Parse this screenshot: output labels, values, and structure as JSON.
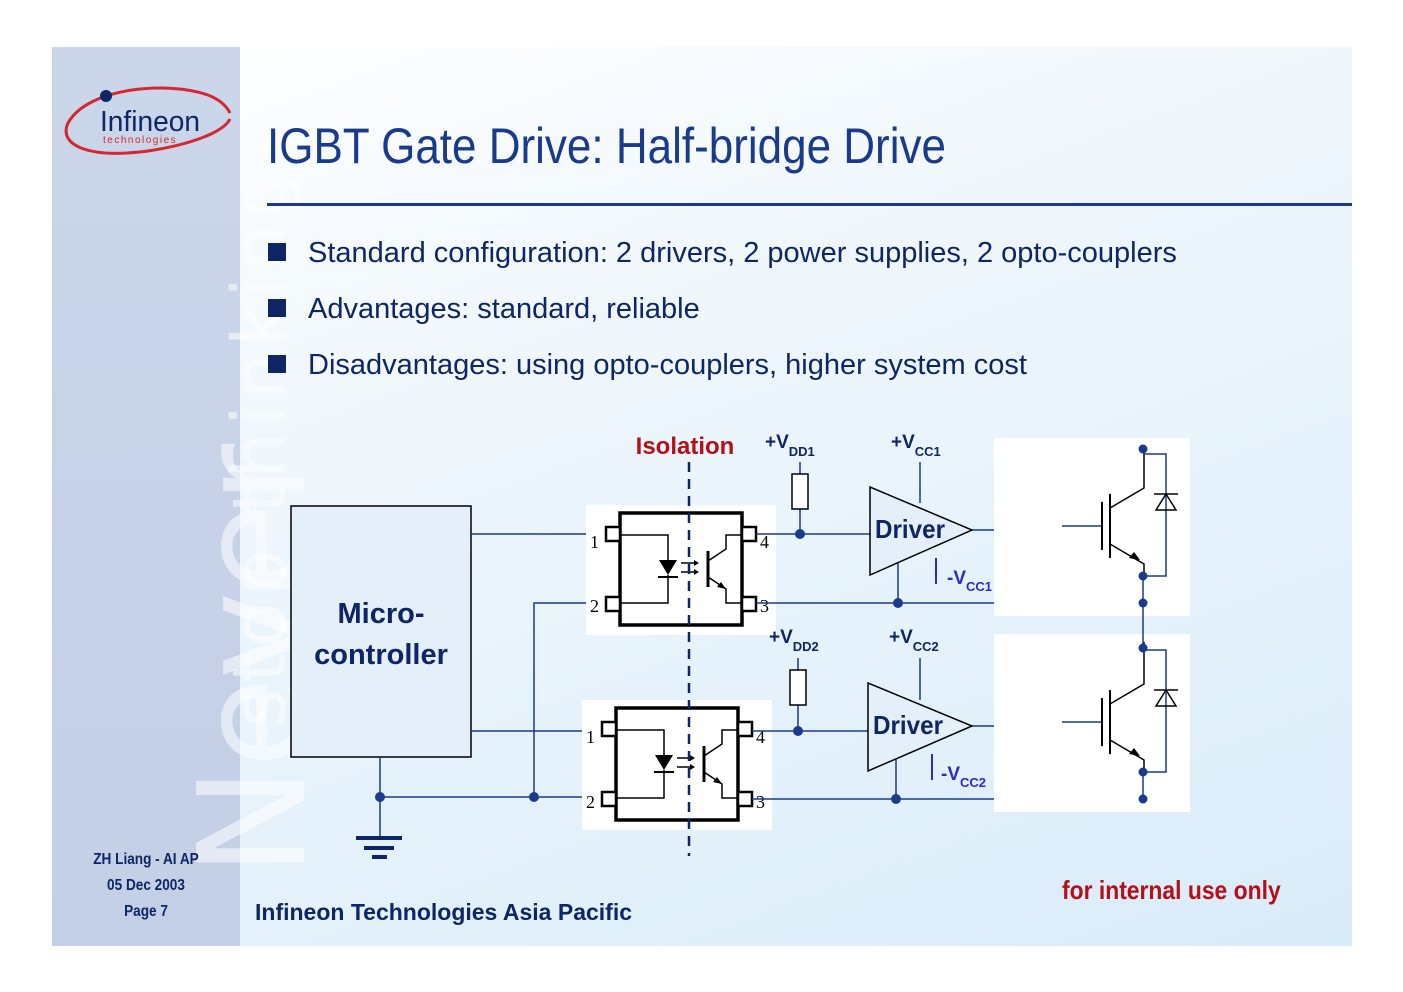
{
  "slide": {
    "title": "IGBT Gate Drive: Half-bridge Drive",
    "bullets": [
      "Standard configuration: 2 drivers, 2 power supplies, 2 opto-couplers",
      "Advantages: standard, reliable",
      "Disadvantages: using opto-couplers, higher system cost"
    ],
    "company": "Infineon Technologies Asia Pacific",
    "classification": "for internal use only"
  },
  "sidebar": {
    "logo_text": "Infineon",
    "logo_subtext": "technologies",
    "watermark_line1": "Never",
    "watermark_line2": "stop thinking",
    "author": "ZH Liang - AI AP",
    "date": "05 Dec 2003",
    "page": "Page 7"
  },
  "diagram": {
    "isolation_label": "Isolation",
    "microcontroller_line1": "Micro-",
    "microcontroller_line2": "controller",
    "channels": [
      {
        "driver_label": "Driver",
        "vdd_main": "+V",
        "vdd_sub": "DD1",
        "vcc_pos_main": "+V",
        "vcc_pos_sub": "CC1",
        "vcc_neg_main": "-V",
        "vcc_neg_sub": "CC1",
        "opto_pins": [
          "1",
          "2",
          "4",
          "3"
        ]
      },
      {
        "driver_label": "Driver",
        "vdd_main": "+V",
        "vdd_sub": "DD2",
        "vcc_pos_main": "+V",
        "vcc_pos_sub": "CC2",
        "vcc_neg_main": "-V",
        "vcc_neg_sub": "CC2",
        "opto_pins": [
          "1",
          "2",
          "4",
          "3"
        ]
      }
    ]
  },
  "colors": {
    "title": "#1a3a8c",
    "text": "#0e2566",
    "accent_red": "#b50f17",
    "label_blue": "#2a2ad0",
    "wire": "#1a3a8c"
  }
}
